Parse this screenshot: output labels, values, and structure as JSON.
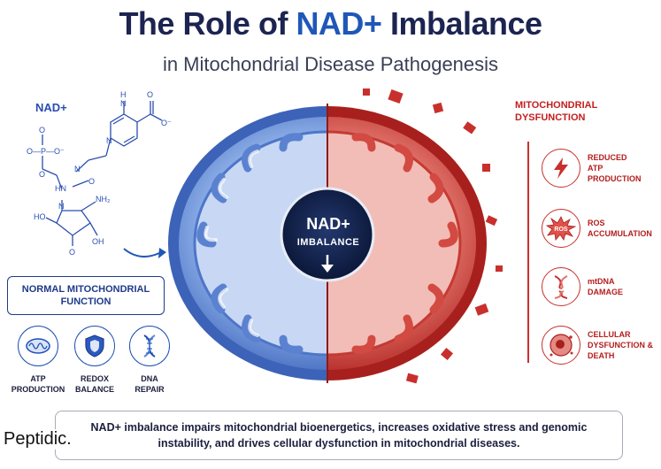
{
  "header": {
    "title_prefix": "The Role of ",
    "title_accent": "NAD+",
    "title_suffix": " Imbalance",
    "subtitle": "in Mitochondrial Disease Pathogenesis"
  },
  "molecule": {
    "label": "NAD+",
    "atoms": {
      "nh_top": "H",
      "n_top": "N",
      "o_carbonyl": "O",
      "o_minus": "O⁻",
      "n_plus": "N",
      "p_group": "O—P—O⁻",
      "o_upper": "O",
      "o_lower": "O",
      "n_link": "N",
      "o_link": "O",
      "hn": "HN",
      "n_ring": "N",
      "nh2": "NH₂",
      "ho": "HO",
      "oh": "OH",
      "o_ring": "O"
    }
  },
  "normal": {
    "box_label": "NORMAL MITOCHONDRIAL FUNCTION",
    "features": [
      {
        "label": "ATP\nPRODUCTION",
        "icon": "mitochondrion-icon"
      },
      {
        "label": "REDOX\nBALANCE",
        "icon": "shield-icon"
      },
      {
        "label": "DNA\nREPAIR",
        "icon": "dna-icon"
      }
    ]
  },
  "center": {
    "line1": "NAD+",
    "line2": "IMBALANCE"
  },
  "dysfunction": {
    "title": "MITOCHONDRIAL\nDYSFUNCTION",
    "features": [
      {
        "label": "REDUCED\nATP\nPRODUCTION",
        "icon": "lightning-icon"
      },
      {
        "label": "ROS\nACCUMULATION",
        "icon": "ros-burst-icon",
        "badge": "ROS"
      },
      {
        "label": "mtDNA\nDAMAGE",
        "icon": "damaged-dna-icon"
      },
      {
        "label": "CELLULAR\nDYSFUNCTION &\nDEATH",
        "icon": "dying-cell-icon"
      }
    ]
  },
  "caption": "NAD+ imbalance impairs mitochondrial bioenergetics, increases oxidative stress and genomic instability, and drives cellular dysfunction in mitochondrial diseases.",
  "brand": "Peptidic.",
  "colors": {
    "title": "#1c2451",
    "accent_blue": "#1f57b8",
    "healthy_blue": "#4a74c9",
    "damaged_red": "#c8302d",
    "center_badge": "#0f1f4f"
  }
}
